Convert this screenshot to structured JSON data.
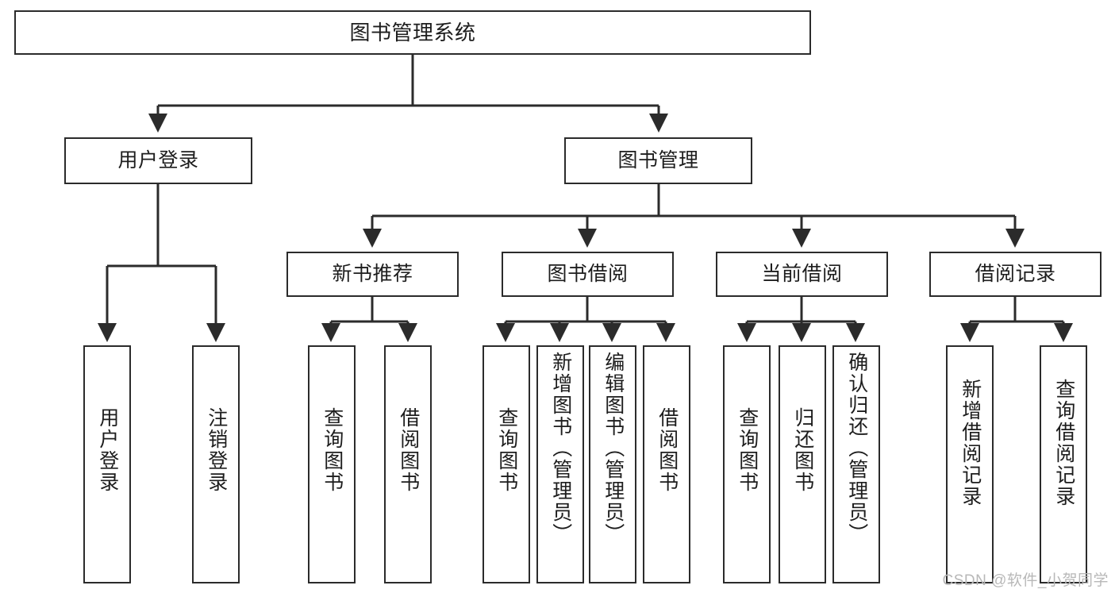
{
  "diagram": {
    "type": "hierarchy-tree",
    "title": "图书管理系统",
    "watermark": "CSDN @软件_小贺同学",
    "colors": {
      "node_border": "#2b2b2b",
      "node_fill": "#ffffff",
      "connector": "#2b2b2b",
      "text": "#1d1d1d",
      "watermark": "#b8b8b8"
    },
    "nodes": {
      "root": {
        "label": "图书管理系统"
      },
      "level1": [
        {
          "id": "user-login",
          "label": "用户登录"
        },
        {
          "id": "book-manage",
          "label": "图书管理"
        }
      ],
      "level2": [
        {
          "id": "new-book-recommend",
          "label": "新书推荐"
        },
        {
          "id": "book-borrow",
          "label": "图书借阅"
        },
        {
          "id": "current-borrow",
          "label": "当前借阅"
        },
        {
          "id": "borrow-record",
          "label": "借阅记录"
        }
      ],
      "leaves": {
        "user-login": [
          {
            "id": "leaf-user-login",
            "label": "用户登录"
          },
          {
            "id": "leaf-logout-login",
            "label": "注销登录"
          }
        ],
        "new-book-recommend": [
          {
            "id": "leaf-query-book-1",
            "label": "查询图书"
          },
          {
            "id": "leaf-borrow-book-1",
            "label": "借阅图书"
          }
        ],
        "book-borrow": [
          {
            "id": "leaf-query-book-2",
            "label": "查询图书"
          },
          {
            "id": "leaf-add-book-admin",
            "label": "新增图书（管理员）"
          },
          {
            "id": "leaf-edit-book-admin",
            "label": "编辑图书（管理员）"
          },
          {
            "id": "leaf-borrow-book-2",
            "label": "借阅图书"
          }
        ],
        "current-borrow": [
          {
            "id": "leaf-query-book-3",
            "label": "查询图书"
          },
          {
            "id": "leaf-return-book",
            "label": "归还图书"
          },
          {
            "id": "leaf-confirm-return-admin",
            "label": "确认归还（管理员）"
          }
        ],
        "borrow-record": [
          {
            "id": "leaf-add-borrow-record",
            "label": "新增借阅记录"
          },
          {
            "id": "leaf-query-borrow-record",
            "label": "查询借阅记录"
          }
        ]
      }
    },
    "edges": [
      {
        "from": "root",
        "to": "user-login"
      },
      {
        "from": "root",
        "to": "book-manage"
      },
      {
        "from": "user-login",
        "to": "leaf-user-login"
      },
      {
        "from": "user-login",
        "to": "leaf-logout-login"
      },
      {
        "from": "book-manage",
        "to": "new-book-recommend"
      },
      {
        "from": "book-manage",
        "to": "book-borrow"
      },
      {
        "from": "book-manage",
        "to": "current-borrow"
      },
      {
        "from": "book-manage",
        "to": "borrow-record"
      },
      {
        "from": "new-book-recommend",
        "to": "leaf-query-book-1"
      },
      {
        "from": "new-book-recommend",
        "to": "leaf-borrow-book-1"
      },
      {
        "from": "book-borrow",
        "to": "leaf-query-book-2"
      },
      {
        "from": "book-borrow",
        "to": "leaf-add-book-admin"
      },
      {
        "from": "book-borrow",
        "to": "leaf-edit-book-admin"
      },
      {
        "from": "book-borrow",
        "to": "leaf-borrow-book-2"
      },
      {
        "from": "current-borrow",
        "to": "leaf-query-book-3"
      },
      {
        "from": "current-borrow",
        "to": "leaf-return-book"
      },
      {
        "from": "current-borrow",
        "to": "leaf-confirm-return-admin"
      },
      {
        "from": "borrow-record",
        "to": "leaf-add-borrow-record"
      },
      {
        "from": "borrow-record",
        "to": "leaf-query-borrow-record"
      }
    ]
  }
}
